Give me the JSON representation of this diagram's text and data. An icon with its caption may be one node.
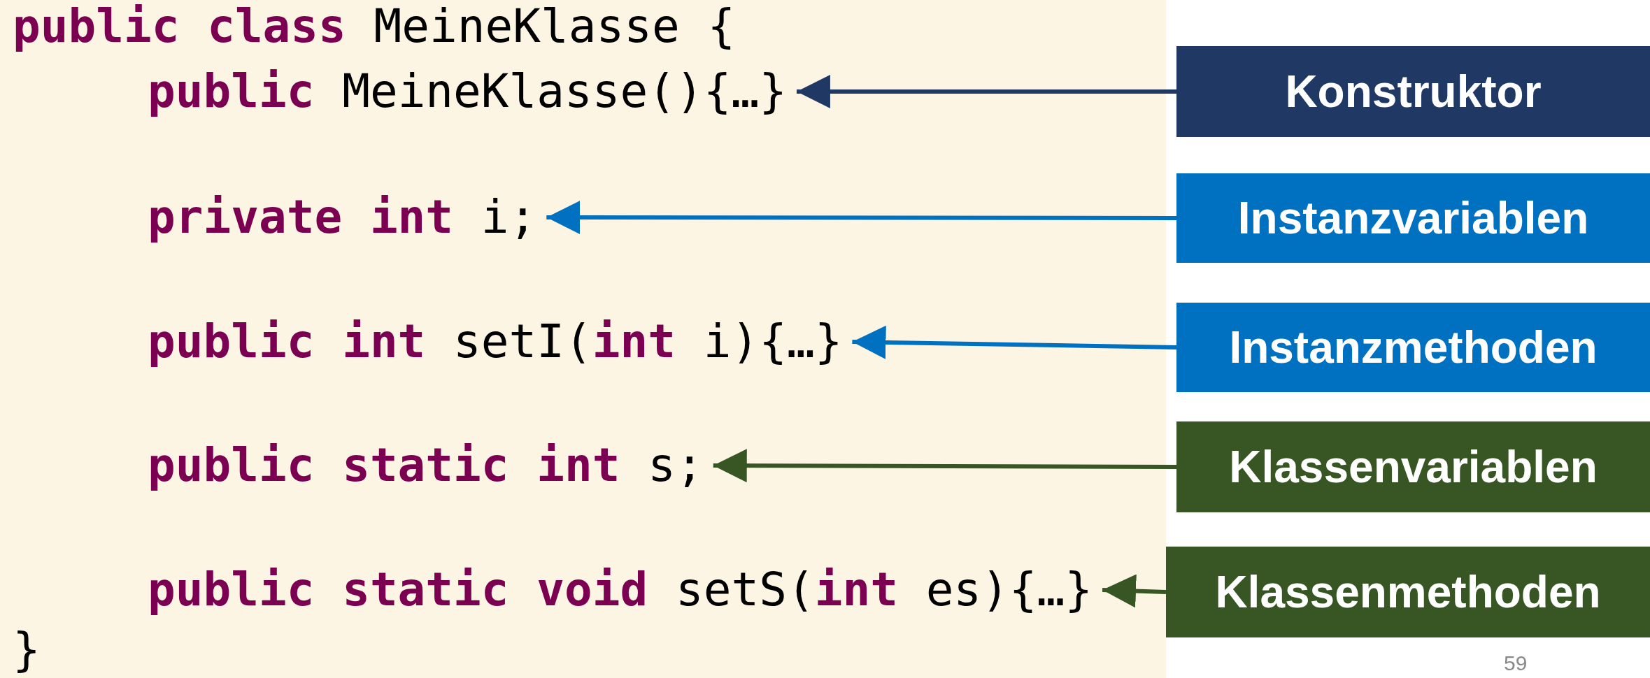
{
  "diagram": {
    "nodes": [
      {
        "text": [
          "**public class** MeineKlasse {",
          "}"
        ]
      },
      {
        "text": [
          "**public** MeineKlasse(){…}"
        ],
        "in": 0
      },
      {
        "text": [
          "**private int** i;"
        ],
        "in": 0
      },
      {
        "text": [
          "**public int** setI(**int** i){…}"
        ],
        "in": 0
      },
      {
        "text": [
          "**public static int** s;"
        ],
        "in": 0
      },
      {
        "text": [
          "**public static void** setS(**int** es){…}"
        ],
        "in": 0
      },
      {
        "text": [
          "Konstruktor"
        ]
      },
      {
        "text": [
          "Instanzvariablen"
        ]
      },
      {
        "text": [
          "Instanzmethoden"
        ]
      },
      {
        "text": [
          "Klassenvariablen"
        ]
      },
      {
        "text": [
          "Klassenmethoden"
        ]
      }
    ],
    "edges": [
      {
        "from": 6,
        "to": 1,
        "arrow": "to",
        "color": "#203864"
      },
      {
        "from": 7,
        "to": 2,
        "arrow": "to",
        "color": "#0070c0"
      },
      {
        "from": 8,
        "to": 3,
        "arrow": "to",
        "color": "#0070c0"
      },
      {
        "from": 9,
        "to": 4,
        "arrow": "to",
        "color": "#375623"
      },
      {
        "from": 10,
        "to": 5,
        "arrow": "to",
        "color": "#375623"
      }
    ],
    "labels": [
      "59"
    ]
  }
}
